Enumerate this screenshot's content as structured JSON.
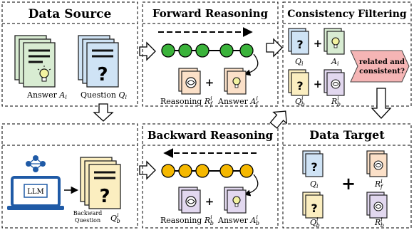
{
  "titles": {
    "data_source": "Data Source",
    "forward": "Forward Reasoning",
    "consistency": "Consistency Filtering",
    "backward": "Backward Reasoning",
    "target": "Data Target"
  },
  "labels": {
    "answer": "Answer",
    "question": "Question",
    "reasoning": "Reasoning",
    "llm": "LLM",
    "backward_question_line1": "Backward",
    "backward_question_line2": "Question",
    "related_line1": "related and",
    "related_line2": "consistent?",
    "plus": "+"
  },
  "symbols": {
    "A_i": "A",
    "Q_i": "Q",
    "R_f": "R",
    "A_f": "A",
    "Q_b": "Q",
    "R_b": "R",
    "A_b": "A",
    "sub_i": "i",
    "sub_f": "f",
    "sub_b": "b"
  },
  "colors": {
    "green_node": "#3bb33b",
    "yellow_node": "#f5b800",
    "doc_green": "#d8ecd2",
    "doc_blue": "#cfe3f5",
    "doc_yellow": "#fbeec0",
    "doc_orange": "#fbe0c8",
    "doc_purple": "#e2d8ef",
    "pink_hex": "#f5b5b5",
    "laptop_blue": "#1f5aa6"
  }
}
